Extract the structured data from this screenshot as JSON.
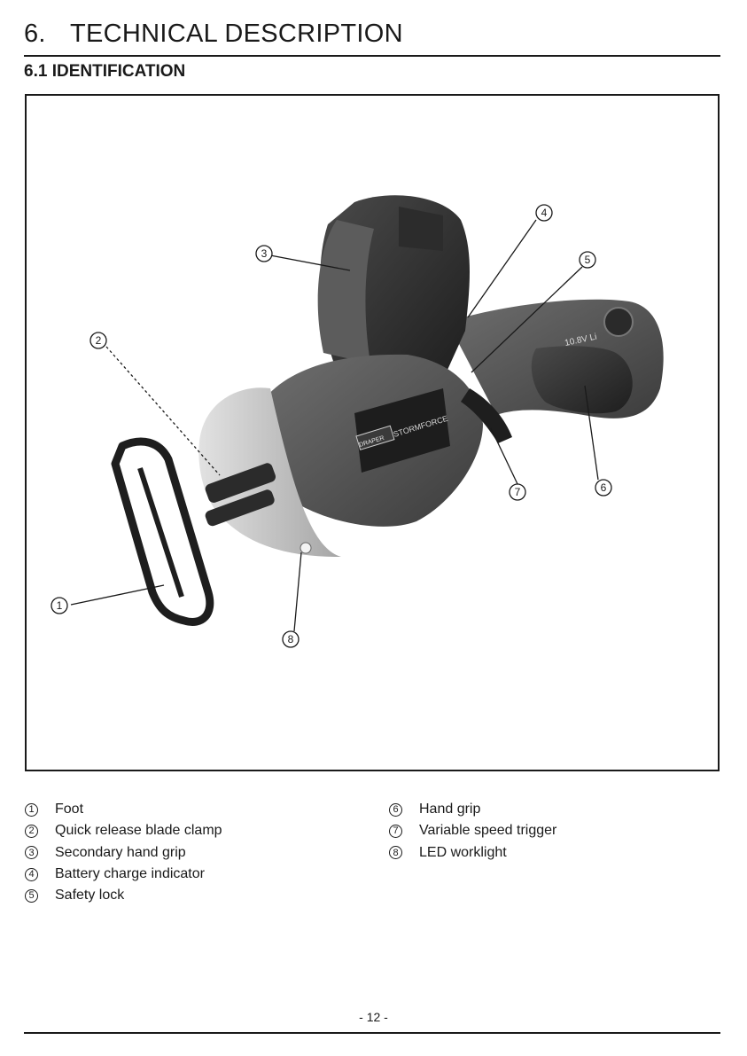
{
  "header": {
    "number": "6.",
    "title": "TECHNICAL DESCRIPTION"
  },
  "subheader": "6.1 IDENTIFICATION",
  "figure": {
    "callouts": [
      "1",
      "2",
      "3",
      "4",
      "5",
      "6",
      "7",
      "8"
    ],
    "product_text": {
      "brand": "DRAPER",
      "series": "STORMFORCE",
      "voltage": "10.8V Li"
    }
  },
  "legend_left": [
    {
      "num": "1",
      "label": "Foot"
    },
    {
      "num": "2",
      "label": "Quick release blade clamp"
    },
    {
      "num": "3",
      "label": "Secondary hand grip"
    },
    {
      "num": "4",
      "label": "Battery charge indicator"
    },
    {
      "num": "5",
      "label": "Safety lock"
    }
  ],
  "legend_right": [
    {
      "num": "6",
      "label": "Hand grip"
    },
    {
      "num": "7",
      "label": "Variable speed trigger"
    },
    {
      "num": "8",
      "label": "LED worklight"
    }
  ],
  "page_number": "- 12 -"
}
